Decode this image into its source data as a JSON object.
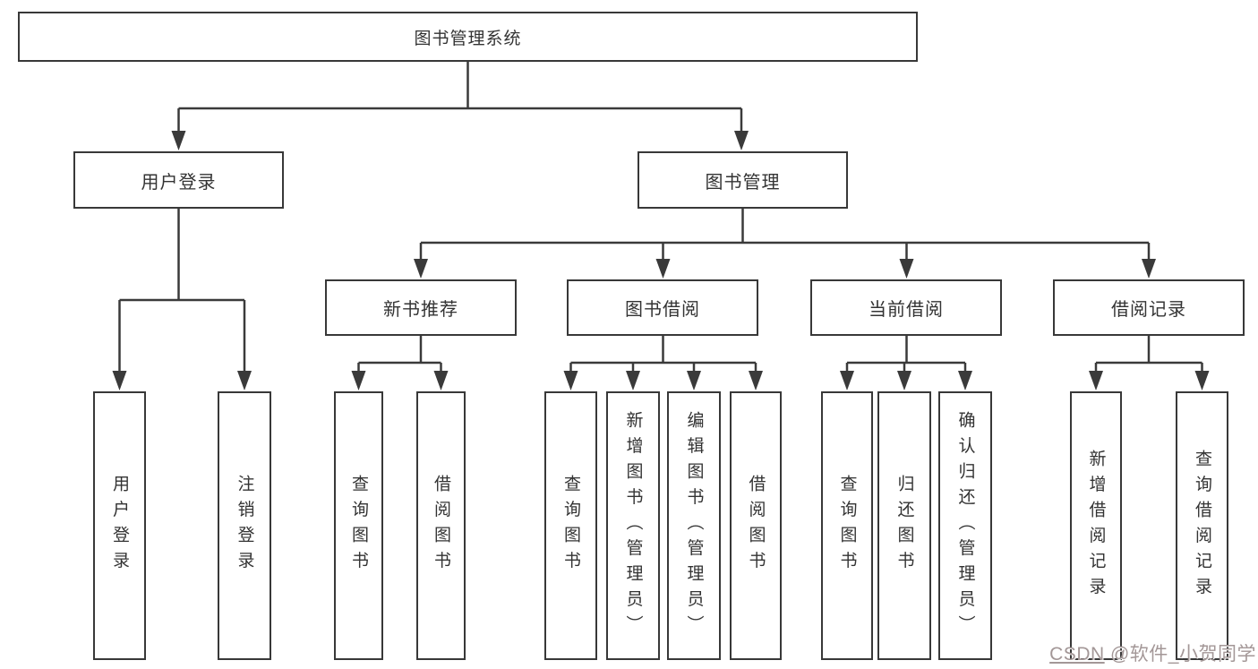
{
  "diagram": {
    "title_node": {
      "label": "图书管理系统"
    },
    "level2": [
      {
        "label": "用户登录"
      },
      {
        "label": "图书管理"
      }
    ],
    "level3": [
      {
        "label": "新书推荐"
      },
      {
        "label": "图书借阅"
      },
      {
        "label": "当前借阅"
      },
      {
        "label": "借阅记录"
      }
    ],
    "leaves": [
      {
        "label": "用户登录"
      },
      {
        "label": "注销登录"
      },
      {
        "label": "查询图书"
      },
      {
        "label": "借阅图书"
      },
      {
        "label": "查询图书"
      },
      {
        "label": "新增图书（管理员）"
      },
      {
        "label": "编辑图书（管理员）"
      },
      {
        "label": "借阅图书"
      },
      {
        "label": "查询图书"
      },
      {
        "label": "归还图书"
      },
      {
        "label": "确认归还（管理员）"
      },
      {
        "label": "新增借阅记录"
      },
      {
        "label": "查询借阅记录"
      }
    ],
    "colors": {
      "line": "#3a3a3a",
      "box_border": "#383838",
      "text": "#333333",
      "background": "#ffffff",
      "watermark": "#a39797"
    }
  },
  "watermark": {
    "brand": "CSDN",
    "handle": " @软件_小贺同学"
  }
}
